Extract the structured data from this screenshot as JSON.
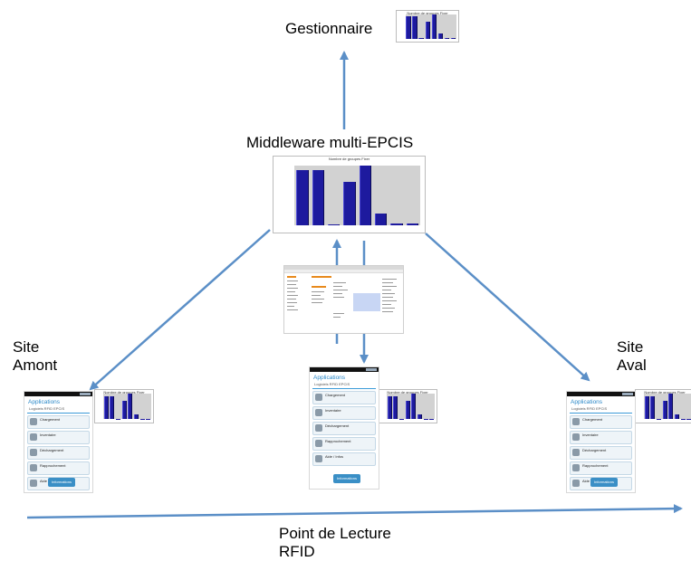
{
  "labels": {
    "manager": "Gestionnaire",
    "middleware": "Middleware multi-EPCIS",
    "site_upstream": "Site\nAmont",
    "site_downstream": "Site\nAval",
    "reading_point": "Point de Lecture\nRFID"
  },
  "thumb_chart": {
    "title": "Nombre de groupes Fixer",
    "values": [
      92,
      92,
      0,
      72,
      100,
      20,
      3,
      3
    ]
  },
  "phone_app": {
    "title": "Applications",
    "subtitle": "Logiciels RFID EPCIS",
    "items": [
      {
        "label": "Chargement",
        "icon": "user-icon"
      },
      {
        "label": "Inventaire",
        "icon": "search-icon"
      },
      {
        "label": "Déchargement",
        "icon": "user-icon"
      },
      {
        "label": "Rapprochement",
        "icon": "antenna-icon"
      },
      {
        "label": "Aide / Infos",
        "icon": "settings-icon"
      }
    ],
    "button": "Informations"
  },
  "colors": {
    "arrow": "#5b8fc7",
    "bar": "#1d1a9e",
    "plot_bg": "#d2d2d2"
  }
}
